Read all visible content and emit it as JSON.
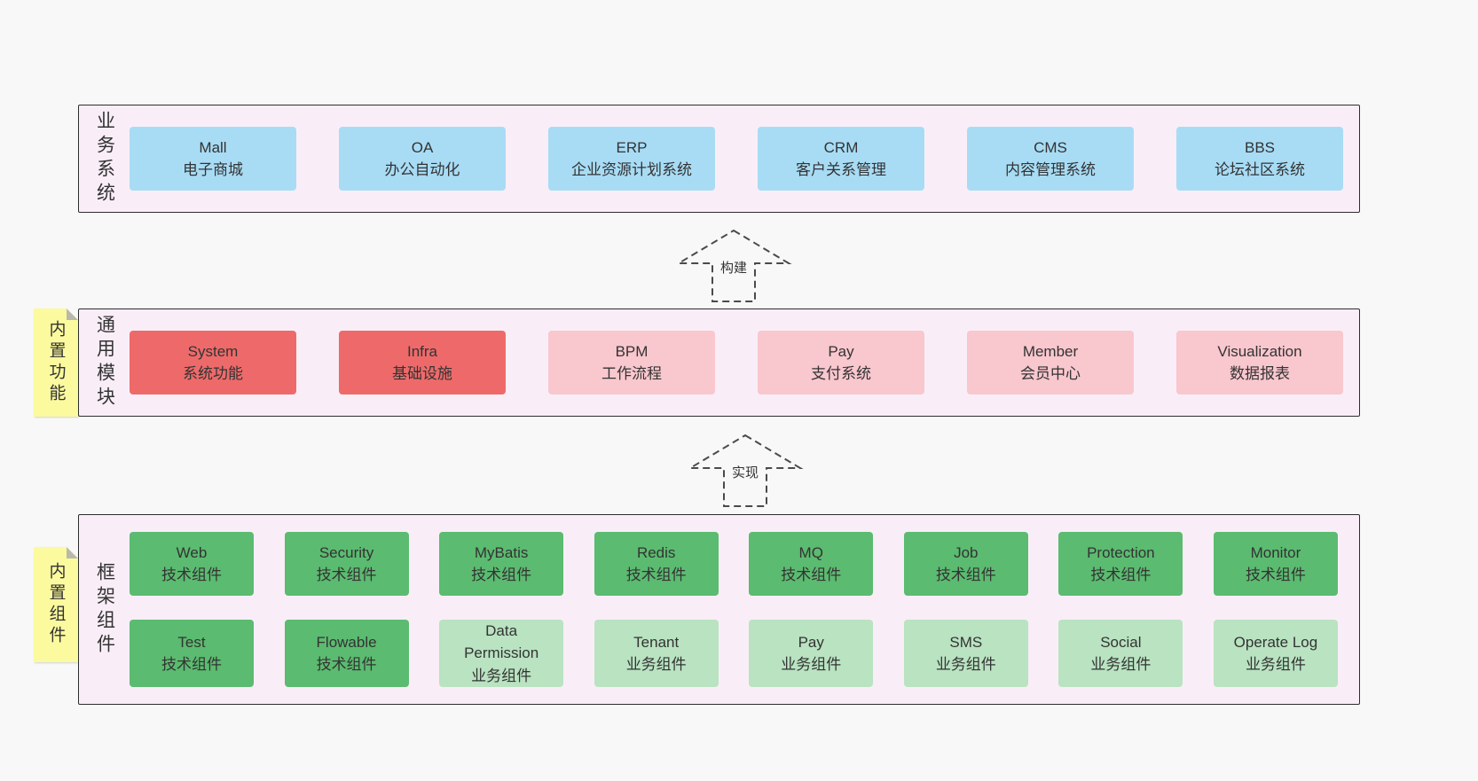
{
  "colors": {
    "page_background": "#f8f8f8",
    "layer_background": "#f9eef7",
    "layer_border": "#2d2d2d",
    "box_blue": "#a8dcf5",
    "box_red": "#ee6a6a",
    "box_pink": "#f9c7ce",
    "box_green": "#5bbb70",
    "box_light_green": "#b9e3c1",
    "sticky_yellow": "#fcfa9e"
  },
  "arrows": [
    {
      "label": "构建"
    },
    {
      "label": "实现"
    }
  ],
  "layers": [
    {
      "label": "业务系统",
      "boxes": [
        {
          "title": "Mall",
          "subtitle": "电子商城"
        },
        {
          "title": "OA",
          "subtitle": "办公自动化"
        },
        {
          "title": "ERP",
          "subtitle": "企业资源计划系统"
        },
        {
          "title": "CRM",
          "subtitle": "客户关系管理"
        },
        {
          "title": "CMS",
          "subtitle": "内容管理系统"
        },
        {
          "title": "BBS",
          "subtitle": "论坛社区系统"
        }
      ]
    },
    {
      "label": "通用模块",
      "sticky": "内置功能",
      "boxes": [
        {
          "title": "System",
          "subtitle": "系统功能"
        },
        {
          "title": "Infra",
          "subtitle": "基础设施"
        },
        {
          "title": "BPM",
          "subtitle": "工作流程"
        },
        {
          "title": "Pay",
          "subtitle": "支付系统"
        },
        {
          "title": "Member",
          "subtitle": "会员中心"
        },
        {
          "title": "Visualization",
          "subtitle": "数据报表"
        }
      ]
    },
    {
      "label": "框架组件",
      "sticky": "内置组件",
      "rows": [
        [
          {
            "title": "Web",
            "subtitle": "技术组件"
          },
          {
            "title": "Security",
            "subtitle": "技术组件"
          },
          {
            "title": "MyBatis",
            "subtitle": "技术组件"
          },
          {
            "title": "Redis",
            "subtitle": "技术组件"
          },
          {
            "title": "MQ",
            "subtitle": "技术组件"
          },
          {
            "title": "Job",
            "subtitle": "技术组件"
          },
          {
            "title": "Protection",
            "subtitle": "技术组件"
          },
          {
            "title": "Monitor",
            "subtitle": "技术组件"
          }
        ],
        [
          {
            "title": "Test",
            "subtitle": "技术组件"
          },
          {
            "title": "Flowable",
            "subtitle": "技术组件"
          },
          {
            "title": "Data Permission",
            "subtitle": "业务组件"
          },
          {
            "title": "Tenant",
            "subtitle": "业务组件"
          },
          {
            "title": "Pay",
            "subtitle": "业务组件"
          },
          {
            "title": "SMS",
            "subtitle": "业务组件"
          },
          {
            "title": "Social",
            "subtitle": "业务组件"
          },
          {
            "title": "Operate Log",
            "subtitle": "业务组件"
          }
        ]
      ]
    }
  ]
}
